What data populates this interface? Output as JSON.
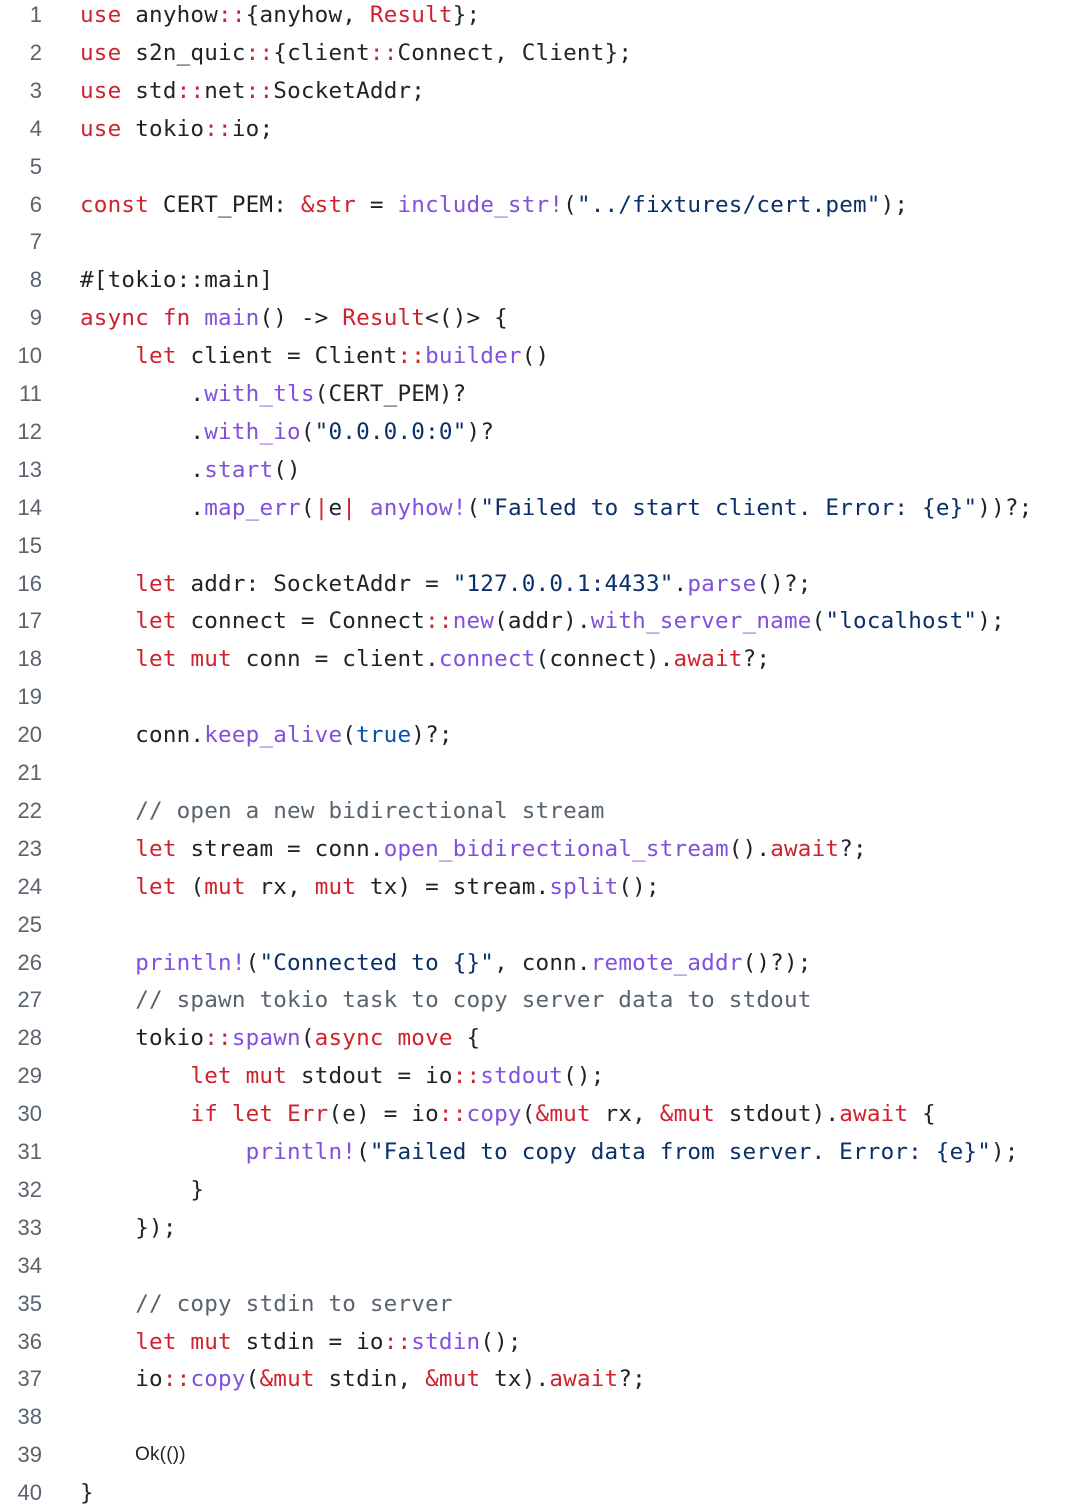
{
  "colors": {
    "keyword": "#cf222e",
    "function": "#8250df",
    "string": "#0a3069",
    "comment": "#59636e",
    "constant": "#0550ae",
    "plain": "#1f2328",
    "line_number": "#59636e",
    "background": "#ffffff"
  },
  "code": {
    "language": "Rust",
    "lines": [
      {
        "num": "1",
        "tokens": [
          [
            "k",
            "use"
          ],
          [
            "p",
            " anyhow"
          ],
          [
            "k",
            "::"
          ],
          [
            "p",
            "{anyhow, "
          ],
          [
            "k",
            "Result"
          ],
          [
            "p",
            "};"
          ]
        ]
      },
      {
        "num": "2",
        "tokens": [
          [
            "k",
            "use"
          ],
          [
            "p",
            " s2n_quic"
          ],
          [
            "k",
            "::"
          ],
          [
            "p",
            "{client"
          ],
          [
            "k",
            "::"
          ],
          [
            "p",
            "Connect, Client};"
          ]
        ]
      },
      {
        "num": "3",
        "tokens": [
          [
            "k",
            "use"
          ],
          [
            "p",
            " std"
          ],
          [
            "k",
            "::"
          ],
          [
            "p",
            "net"
          ],
          [
            "k",
            "::"
          ],
          [
            "p",
            "SocketAddr;"
          ]
        ]
      },
      {
        "num": "4",
        "tokens": [
          [
            "k",
            "use"
          ],
          [
            "p",
            " tokio"
          ],
          [
            "k",
            "::"
          ],
          [
            "p",
            "io;"
          ]
        ]
      },
      {
        "num": "5",
        "tokens": []
      },
      {
        "num": "6",
        "tokens": [
          [
            "k",
            "const"
          ],
          [
            "p",
            " CERT_PEM: "
          ],
          [
            "k",
            "&str"
          ],
          [
            "p",
            " = "
          ],
          [
            "f",
            "include_str!"
          ],
          [
            "p",
            "("
          ],
          [
            "s",
            "\"../fixtures/cert.pem\""
          ],
          [
            "p",
            ");"
          ]
        ]
      },
      {
        "num": "7",
        "tokens": []
      },
      {
        "num": "8",
        "tokens": [
          [
            "p",
            "#[tokio::main]"
          ]
        ]
      },
      {
        "num": "9",
        "tokens": [
          [
            "k",
            "async fn"
          ],
          [
            "p",
            " "
          ],
          [
            "f",
            "main"
          ],
          [
            "p",
            "() -> "
          ],
          [
            "k",
            "Result"
          ],
          [
            "p",
            "<()> {"
          ]
        ]
      },
      {
        "num": "10",
        "tokens": [
          [
            "p",
            "    "
          ],
          [
            "k",
            "let"
          ],
          [
            "p",
            " client = Client"
          ],
          [
            "k",
            "::"
          ],
          [
            "f",
            "builder"
          ],
          [
            "p",
            "()"
          ]
        ]
      },
      {
        "num": "11",
        "tokens": [
          [
            "p",
            "        ."
          ],
          [
            "f",
            "with_tls"
          ],
          [
            "p",
            "(CERT_PEM)?"
          ]
        ]
      },
      {
        "num": "12",
        "tokens": [
          [
            "p",
            "        ."
          ],
          [
            "f",
            "with_io"
          ],
          [
            "p",
            "("
          ],
          [
            "s",
            "\"0.0.0.0:0\""
          ],
          [
            "p",
            ")?"
          ]
        ]
      },
      {
        "num": "13",
        "tokens": [
          [
            "p",
            "        ."
          ],
          [
            "f",
            "start"
          ],
          [
            "p",
            "()"
          ]
        ]
      },
      {
        "num": "14",
        "tokens": [
          [
            "p",
            "        ."
          ],
          [
            "f",
            "map_err"
          ],
          [
            "p",
            "("
          ],
          [
            "k",
            "|"
          ],
          [
            "p",
            "e"
          ],
          [
            "k",
            "|"
          ],
          [
            "p",
            " "
          ],
          [
            "f",
            "anyhow!"
          ],
          [
            "p",
            "("
          ],
          [
            "s",
            "\"Failed to start client. Error: {e}\""
          ],
          [
            "p",
            "))?;"
          ]
        ]
      },
      {
        "num": "15",
        "tokens": []
      },
      {
        "num": "16",
        "tokens": [
          [
            "p",
            "    "
          ],
          [
            "k",
            "let"
          ],
          [
            "p",
            " addr: SocketAddr = "
          ],
          [
            "s",
            "\"127.0.0.1:4433\""
          ],
          [
            "p",
            "."
          ],
          [
            "f",
            "parse"
          ],
          [
            "p",
            "()?;"
          ]
        ]
      },
      {
        "num": "17",
        "tokens": [
          [
            "p",
            "    "
          ],
          [
            "k",
            "let"
          ],
          [
            "p",
            " connect = Connect"
          ],
          [
            "k",
            "::"
          ],
          [
            "f",
            "new"
          ],
          [
            "p",
            "(addr)."
          ],
          [
            "f",
            "with_server_name"
          ],
          [
            "p",
            "("
          ],
          [
            "s",
            "\"localhost\""
          ],
          [
            "p",
            ");"
          ]
        ]
      },
      {
        "num": "18",
        "tokens": [
          [
            "p",
            "    "
          ],
          [
            "k",
            "let mut"
          ],
          [
            "p",
            " conn = client."
          ],
          [
            "f",
            "connect"
          ],
          [
            "p",
            "(connect)."
          ],
          [
            "k",
            "await"
          ],
          [
            "p",
            "?;"
          ]
        ]
      },
      {
        "num": "19",
        "tokens": []
      },
      {
        "num": "20",
        "tokens": [
          [
            "p",
            "    conn."
          ],
          [
            "f",
            "keep_alive"
          ],
          [
            "p",
            "("
          ],
          [
            "n",
            "true"
          ],
          [
            "p",
            ")?;"
          ]
        ]
      },
      {
        "num": "21",
        "tokens": []
      },
      {
        "num": "22",
        "tokens": [
          [
            "p",
            "    "
          ],
          [
            "c",
            "// open a new bidirectional stream"
          ]
        ]
      },
      {
        "num": "23",
        "tokens": [
          [
            "p",
            "    "
          ],
          [
            "k",
            "let"
          ],
          [
            "p",
            " stream = conn."
          ],
          [
            "f",
            "open_bidirectional_stream"
          ],
          [
            "p",
            "()."
          ],
          [
            "k",
            "await"
          ],
          [
            "p",
            "?;"
          ]
        ]
      },
      {
        "num": "24",
        "tokens": [
          [
            "p",
            "    "
          ],
          [
            "k",
            "let"
          ],
          [
            "p",
            " ("
          ],
          [
            "k",
            "mut"
          ],
          [
            "p",
            " rx, "
          ],
          [
            "k",
            "mut"
          ],
          [
            "p",
            " tx) = stream."
          ],
          [
            "f",
            "split"
          ],
          [
            "p",
            "();"
          ]
        ]
      },
      {
        "num": "25",
        "tokens": []
      },
      {
        "num": "26",
        "tokens": [
          [
            "p",
            "    "
          ],
          [
            "f",
            "println!"
          ],
          [
            "p",
            "("
          ],
          [
            "s",
            "\"Connected to {}\""
          ],
          [
            "p",
            ", conn."
          ],
          [
            "f",
            "remote_addr"
          ],
          [
            "p",
            "()?);"
          ]
        ]
      },
      {
        "num": "27",
        "tokens": [
          [
            "p",
            "    "
          ],
          [
            "c",
            "// spawn tokio task to copy server data to stdout"
          ]
        ]
      },
      {
        "num": "28",
        "tokens": [
          [
            "p",
            "    tokio"
          ],
          [
            "k",
            "::"
          ],
          [
            "f",
            "spawn"
          ],
          [
            "p",
            "("
          ],
          [
            "k",
            "async move"
          ],
          [
            "p",
            " {"
          ]
        ]
      },
      {
        "num": "29",
        "tokens": [
          [
            "p",
            "        "
          ],
          [
            "k",
            "let mut"
          ],
          [
            "p",
            " stdout = io"
          ],
          [
            "k",
            "::"
          ],
          [
            "f",
            "stdout"
          ],
          [
            "p",
            "();"
          ]
        ]
      },
      {
        "num": "30",
        "tokens": [
          [
            "p",
            "        "
          ],
          [
            "k",
            "if let"
          ],
          [
            "p",
            " "
          ],
          [
            "k",
            "Err"
          ],
          [
            "p",
            "(e) = io"
          ],
          [
            "k",
            "::"
          ],
          [
            "f",
            "copy"
          ],
          [
            "p",
            "("
          ],
          [
            "k",
            "&mut"
          ],
          [
            "p",
            " rx, "
          ],
          [
            "k",
            "&mut"
          ],
          [
            "p",
            " stdout)."
          ],
          [
            "k",
            "await"
          ],
          [
            "p",
            " {"
          ]
        ]
      },
      {
        "num": "31",
        "tokens": [
          [
            "p",
            "            "
          ],
          [
            "f",
            "println!"
          ],
          [
            "p",
            "("
          ],
          [
            "s",
            "\"Failed to copy data from server. Error: {e}\""
          ],
          [
            "p",
            ");"
          ]
        ]
      },
      {
        "num": "32",
        "tokens": [
          [
            "p",
            "        }"
          ]
        ]
      },
      {
        "num": "33",
        "tokens": [
          [
            "p",
            "    });"
          ]
        ]
      },
      {
        "num": "34",
        "tokens": []
      },
      {
        "num": "35",
        "tokens": [
          [
            "p",
            "    "
          ],
          [
            "c",
            "// copy stdin to server"
          ]
        ]
      },
      {
        "num": "36",
        "tokens": [
          [
            "p",
            "    "
          ],
          [
            "k",
            "let mut"
          ],
          [
            "p",
            " stdin = io"
          ],
          [
            "k",
            "::"
          ],
          [
            "f",
            "stdin"
          ],
          [
            "p",
            "();"
          ]
        ]
      },
      {
        "num": "37",
        "tokens": [
          [
            "p",
            "    io"
          ],
          [
            "k",
            "::"
          ],
          [
            "f",
            "copy"
          ],
          [
            "p",
            "("
          ],
          [
            "k",
            "&mut"
          ],
          [
            "p",
            " stdin, "
          ],
          [
            "k",
            "&mut"
          ],
          [
            "p",
            " tx)."
          ],
          [
            "k",
            "await"
          ],
          [
            "p",
            "?;"
          ]
        ]
      },
      {
        "num": "38",
        "tokens": []
      },
      {
        "num": "39",
        "tokens": [
          [
            "p",
            "Ok(())"
          ]
        ]
      },
      {
        "num": "40",
        "tokens": [
          [
            "p",
            "}"
          ]
        ]
      }
    ]
  }
}
